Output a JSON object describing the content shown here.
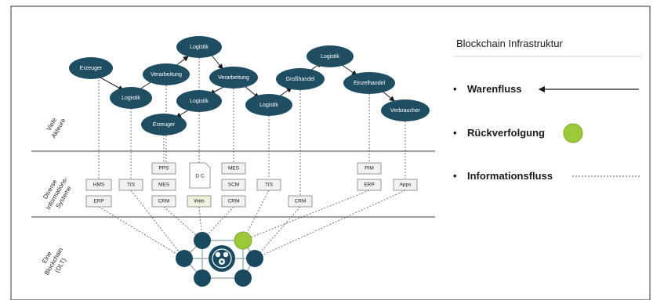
{
  "legend": {
    "title": "Blockchain Infrastruktur",
    "items": [
      {
        "bullet": "•",
        "label": "Warenfluss"
      },
      {
        "bullet": "•",
        "label": "Rückverfolgung"
      },
      {
        "bullet": "•",
        "label": "Informationsfluss"
      }
    ]
  },
  "side_labels": {
    "actors": [
      "Viele",
      "Akteure"
    ],
    "systems": [
      "Diverse",
      "Informations-",
      "Systeme"
    ],
    "blockchain": [
      "Eine",
      "Blockchain",
      "(DLT)"
    ]
  },
  "actors": [
    {
      "id": "a1",
      "label": "Erzeuger"
    },
    {
      "id": "a2",
      "label": "Logistik"
    },
    {
      "id": "a3",
      "label": "Verarbeitung"
    },
    {
      "id": "a4",
      "label": "Logistik"
    },
    {
      "id": "a5",
      "label": "Verarbeitung"
    },
    {
      "id": "a6",
      "label": "Logistik"
    },
    {
      "id": "a7",
      "label": "Erzeuger"
    },
    {
      "id": "a8",
      "label": "Logistik"
    },
    {
      "id": "a9",
      "label": "Großhandel"
    },
    {
      "id": "a10",
      "label": "Logistik"
    },
    {
      "id": "a11",
      "label": "Einzelhandel"
    },
    {
      "id": "a12",
      "label": "Verbraucher"
    }
  ],
  "systems": [
    {
      "id": "s1",
      "label": "HMS"
    },
    {
      "id": "s2",
      "label": "ERP"
    },
    {
      "id": "s3",
      "label": "TIS"
    },
    {
      "id": "s4",
      "label": "PPS"
    },
    {
      "id": "s5",
      "label": "MES"
    },
    {
      "id": "s6",
      "label": "CRM"
    },
    {
      "id": "s7",
      "label": "D C"
    },
    {
      "id": "s8",
      "label": "Web"
    },
    {
      "id": "s9",
      "label": "MES"
    },
    {
      "id": "s10",
      "label": "SCM"
    },
    {
      "id": "s11",
      "label": "CRM"
    },
    {
      "id": "s12",
      "label": "TIS"
    },
    {
      "id": "s13",
      "label": "CRM"
    },
    {
      "id": "s14",
      "label": "PIM"
    },
    {
      "id": "s15",
      "label": "ERP"
    },
    {
      "id": "s16",
      "label": "Apps"
    }
  ],
  "colors": {
    "actor_fill": "#1f4e63",
    "blockchain_node": "#1a4a5f",
    "trace_node": "#9cc93a",
    "system_fill": "#f2f2f2",
    "system_border": "#7f7f7f",
    "web_fill": "#eef3dd",
    "separator": "#7f7f7f"
  }
}
